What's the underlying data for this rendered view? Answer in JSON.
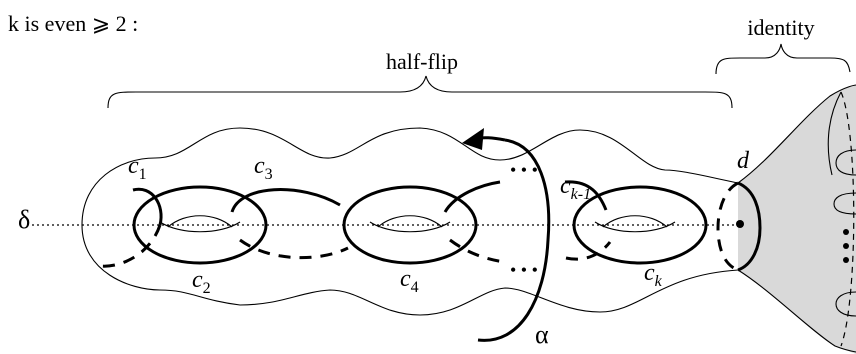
{
  "header": {
    "condition": "k is even ⩾ 2 :"
  },
  "labels": {
    "half_flip": "half-flip",
    "identity": "identity",
    "delta": "δ",
    "alpha": "α",
    "d": "d",
    "dots": "• • •"
  },
  "curves": {
    "c1": {
      "base": "c",
      "sub": "1"
    },
    "c2": {
      "base": "c",
      "sub": "2"
    },
    "c3": {
      "base": "c",
      "sub": "3"
    },
    "c4": {
      "base": "c",
      "sub": "4"
    },
    "ck_minus_1": {
      "base": "c",
      "sub": "k-1"
    },
    "ck": {
      "base": "c",
      "sub": "k"
    }
  },
  "colors": {
    "ink": "#000000",
    "shaded_region": "#d9d9d9"
  }
}
